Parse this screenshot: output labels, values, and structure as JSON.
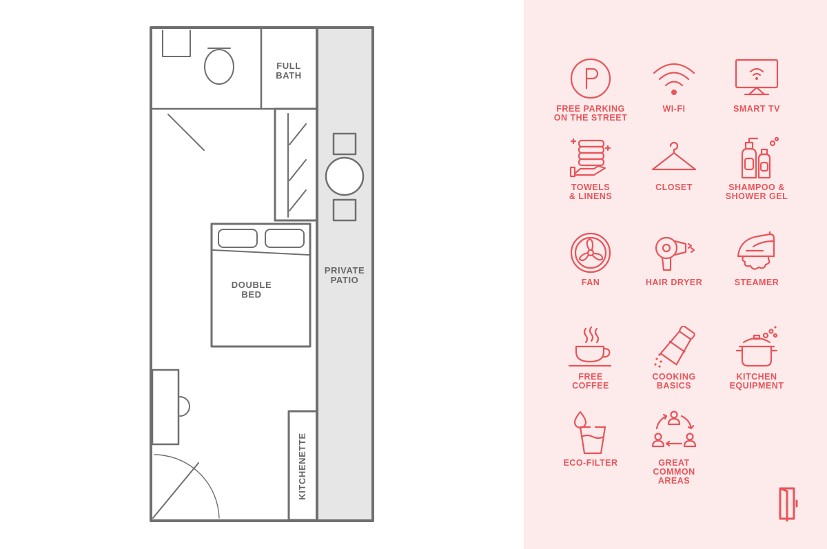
{
  "floor_plan": {
    "rooms": {
      "full_bath": "FULL\nBATH",
      "double_bed": "DOUBLE\nBED",
      "private_patio": "PRIVATE\nPATIO",
      "kitchenette": "KITCHENETTE"
    }
  },
  "amenities": [
    {
      "label": "FREE PARKING\nON THE STREET",
      "icon": "parking-icon"
    },
    {
      "label": "WI-FI",
      "icon": "wifi-icon"
    },
    {
      "label": "SMART TV",
      "icon": "smart-tv-icon"
    },
    {
      "label": "TOWELS\n& LINENS",
      "icon": "towels-icon"
    },
    {
      "label": "CLOSET",
      "icon": "hanger-icon"
    },
    {
      "label": "SHAMPOO &\nSHOWER GEL",
      "icon": "shampoo-bottles-icon"
    },
    {
      "label": "FAN",
      "icon": "fan-icon"
    },
    {
      "label": "HAIR DRYER",
      "icon": "hair-dryer-icon"
    },
    {
      "label": "STEAMER",
      "icon": "steamer-icon"
    },
    {
      "label": "FREE\nCOFFEE",
      "icon": "coffee-cup-icon"
    },
    {
      "label": "COOKING\nBASICS",
      "icon": "salt-shaker-icon"
    },
    {
      "label": "KITCHEN\nEQUIPMENT",
      "icon": "cooking-pot-icon"
    },
    {
      "label": "ECO-FILTER",
      "icon": "water-glass-icon"
    },
    {
      "label": "GREAT\nCOMMON\nAREAS",
      "icon": "community-icon"
    }
  ],
  "colors": {
    "accent": "#e8545a",
    "panel_background": "#fdebeb",
    "plan_stroke": "#6f6f6f",
    "patio_fill": "#e6e6e6"
  },
  "logo": {
    "icon": "door-logo-icon"
  }
}
